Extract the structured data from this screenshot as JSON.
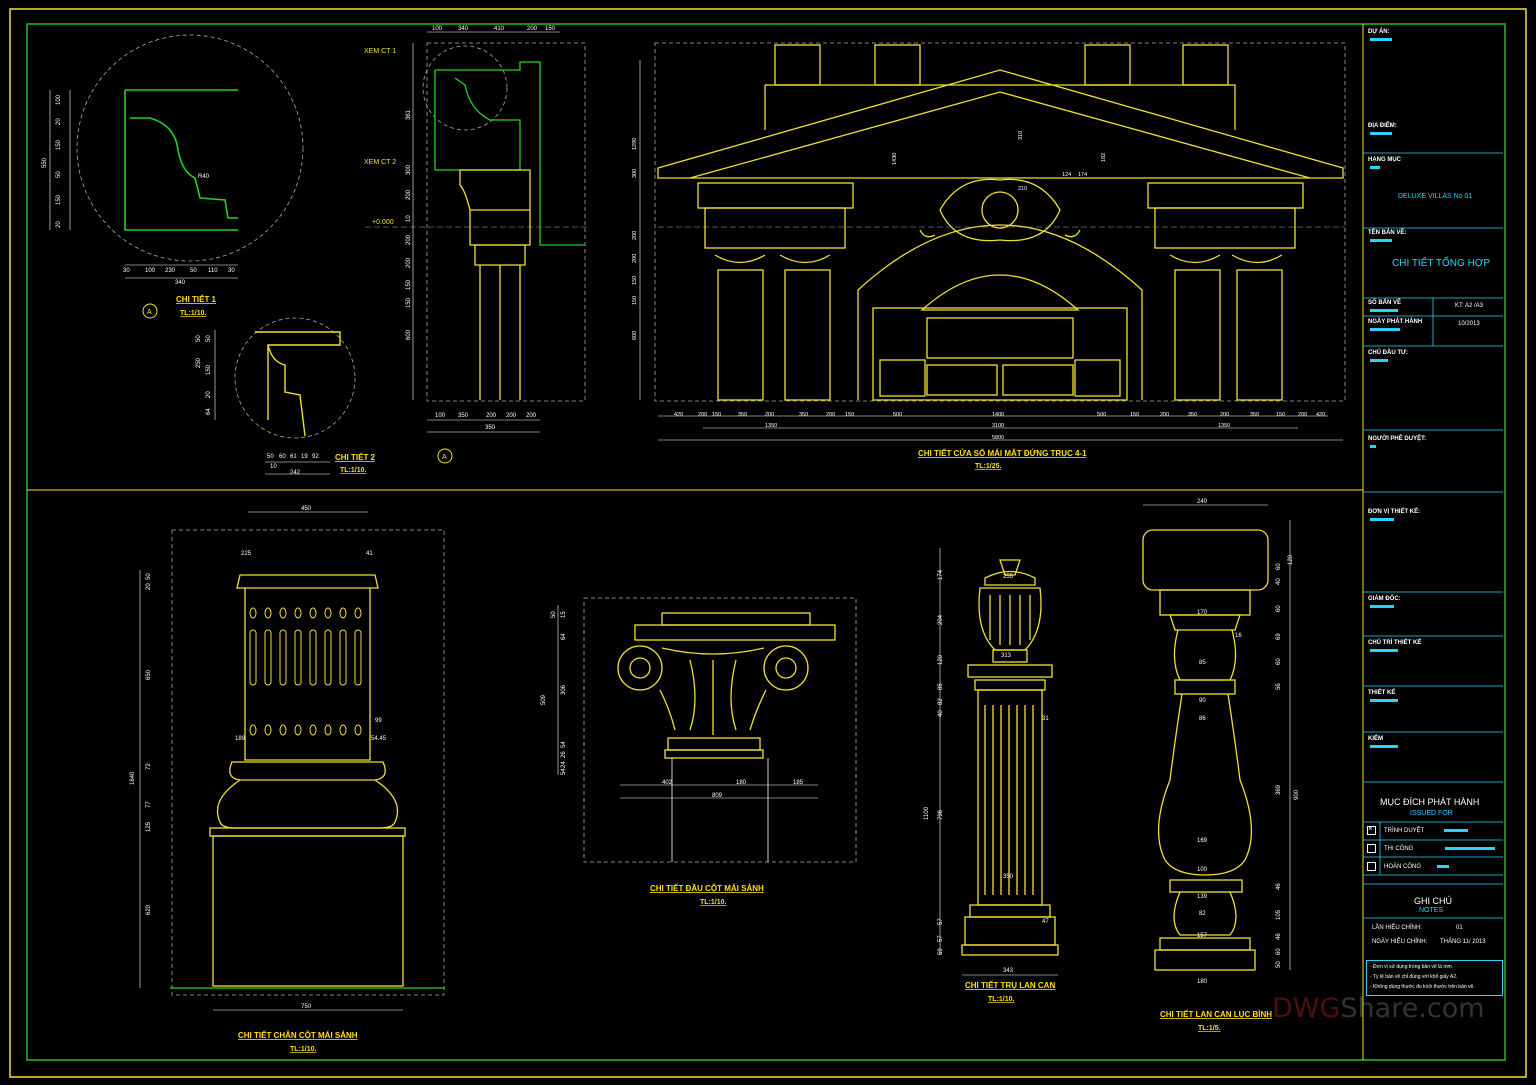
{
  "drawing": {
    "detail_titles": {
      "ct1": "CHI TIẾT 1",
      "ct1_scale": "TL:1/10.",
      "ct2": "CHI TIẾT 2",
      "ct2_scale": "TL:1/10.",
      "window": "CHI TIẾT CỬA SỔ MÁI MẶT ĐỨNG TRỤC 4-1",
      "window_scale": "TL:1/25.",
      "col_base": "CHI TIẾT CHÂN CỘT MÁI SẢNH",
      "col_base_scale": "TL:1/10.",
      "capital": "CHI TIẾT ĐẦU CỘT MÁI SẢNH",
      "capital_scale": "TL:1/10.",
      "post": "CHI TIẾT TRỤ LAN CAN",
      "post_scale": "TL:1/10.",
      "baluster": "CHI TIẾT LAN CAN LỤC BÌNH",
      "baluster_scale": "TL:1/5."
    },
    "callouts": {
      "see1": "XEM CT 1",
      "see2": "XEM CT 2",
      "level": "+0.000",
      "axis": "A"
    },
    "dims": {
      "ct1_v": [
        "100",
        "20",
        "150",
        "50",
        "150",
        "20"
      ],
      "ct1_total": "550",
      "ct1_h": [
        "30",
        "100",
        "230",
        "50",
        "110",
        "30"
      ],
      "ct1_h_total": "340",
      "ct1_r": "R40",
      "ct2_v": [
        "50",
        "50",
        "250",
        "150",
        "20",
        "64"
      ],
      "ct2_h": [
        "50",
        "60",
        "61",
        "19",
        "92",
        "10"
      ],
      "ct2_total": "242",
      "sec_top": [
        "100",
        "340",
        "410",
        "200",
        "150"
      ],
      "sec_bot": [
        "100",
        "350",
        "200",
        "200",
        "200"
      ],
      "sec_total": "350",
      "sec_v": [
        "361",
        "300",
        "200",
        "10",
        "200",
        "200",
        "150",
        "150",
        "600"
      ],
      "win_bot": [
        "420",
        "200",
        "150",
        "350",
        "200",
        "350",
        "200",
        "150",
        "500",
        "1400",
        "500",
        "150",
        "200",
        "350",
        "200",
        "350",
        "150",
        "200",
        "420"
      ],
      "win_sub": [
        "1350",
        "3100",
        "1350"
      ],
      "win_total": "5800",
      "win_v": [
        "1290",
        "300",
        "200",
        "200",
        "150",
        "150",
        "600"
      ],
      "win_inner": [
        "310",
        "1430",
        "182",
        "124",
        "174",
        "210"
      ],
      "base_top": "450",
      "base_a": "225",
      "base_b": "41",
      "base_c": "99",
      "base_d": "54.45",
      "base_e": "189",
      "base_v": [
        "20",
        "50",
        "650",
        "72",
        "77",
        "125",
        "620"
      ],
      "base_total": "1640",
      "base_bot": "750",
      "cap_v": [
        "50",
        "15",
        "64",
        "306",
        "54",
        "26",
        "24",
        "54"
      ],
      "cap_total": "509",
      "cap_h": [
        "402",
        "180",
        "185"
      ],
      "cap_w": "809",
      "post_top": "255",
      "post_mid": "313",
      "post_w": "350",
      "post_bot": "343",
      "post_side": "31",
      "post_side2": "47",
      "post_v": [
        "174",
        "204",
        "120",
        "85",
        "82",
        "40",
        "796",
        "57",
        "57",
        "59"
      ],
      "post_total": "1100",
      "bal_top": "240",
      "bal_w": [
        "170",
        "85",
        "90",
        "86",
        "169",
        "100",
        "139",
        "82",
        "157",
        "180"
      ],
      "bal_side": "16",
      "bal_v": [
        "60",
        "40",
        "120",
        "60",
        "69",
        "60",
        "56",
        "369",
        "46",
        "105",
        "46",
        "60",
        "50"
      ],
      "bal_total": "900"
    }
  },
  "title_block": {
    "project_label": "DỰ ÁN:",
    "location_label": "ĐỊA ĐIỂM:",
    "item_label": "HẠNG MỤC",
    "item_value": "DELUXE VILLAS No 01",
    "sheet_name_label": "TÊN BẢN VẼ:",
    "sheet_name_value": "CHI TIẾT TỔNG HỢP",
    "sheet_no_label": "SỐ BẢN VẼ",
    "size_value": "KT: A2 /A3",
    "issue_date_label": "NGÀY PHÁT HÀNH",
    "issue_date_value": "10/2013",
    "owner_label": "CHỦ ĐẦU TƯ:",
    "approver_label": "NGƯỜI PHÊ DUYỆT:",
    "designer_org_label": "ĐƠN VỊ THIẾT KẾ:",
    "director_label": "GIÁM ĐỐC:",
    "lead_label": "CHỦ TRÌ THIẾT KẾ",
    "design_label": "THIẾT KẾ",
    "check_label": "KIỂM",
    "purpose_title": "MỤC ĐÍCH PHÁT HÀNH",
    "purpose_sub": "ISSUED FOR",
    "purpose_options": [
      "TRÌNH DUYỆT",
      "THI CÔNG",
      "HOÀN CÔNG"
    ],
    "notes_title": "GHI CHÚ",
    "notes_sub": "NOTES",
    "revision_label": "LẦN HIỆU CHỈNH:",
    "revision_value": "01",
    "revision_date_label": "NGÀY HIỆU CHỈNH:",
    "revision_date_value": "THÁNG 11/ 2013",
    "notes_lines": [
      "- Đơn vị sử dụng trong bản vẽ là mm.",
      "- Tỷ lệ bản vẽ chỉ đúng với khổ giấy A2.",
      "- Không dùng thước đo kích thước trên bản vẽ."
    ]
  },
  "watermark": {
    "part1": "DWG",
    "part2": "Share.com"
  },
  "colors": {
    "frame": "#f0e030",
    "border": "#20c020",
    "line": "#f0e030",
    "dim": "#ffffff",
    "green": "#21d321",
    "title_text": "#ffe000",
    "accent": "#29d3ff"
  }
}
